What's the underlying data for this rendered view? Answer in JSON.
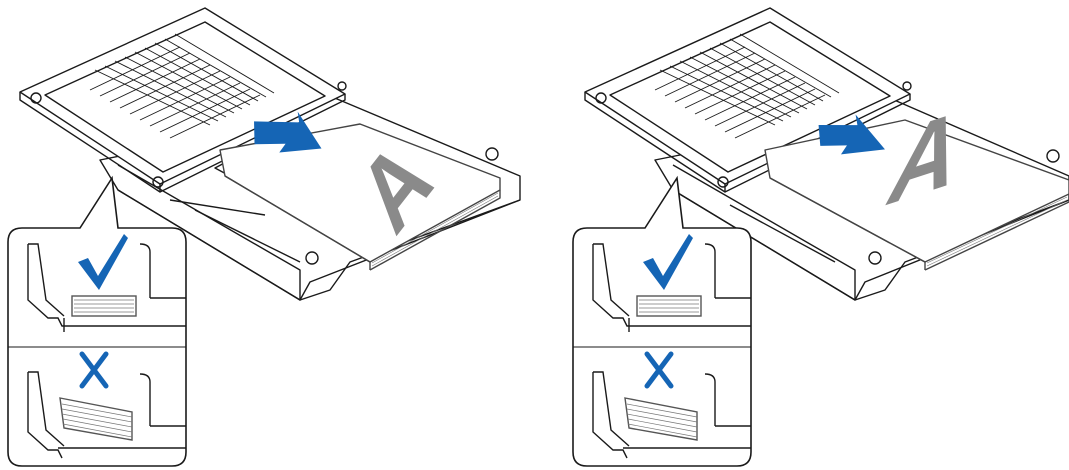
{
  "colors": {
    "line": "#1a1a1a",
    "arrow": "#1565b5",
    "check": "#1565b5",
    "cross": "#1565b5",
    "letter": "#8a8a8a",
    "paper_edge": "#666666"
  },
  "panels": [
    {
      "paper_letter": "A",
      "insert_arrow_icon": "arrow-left",
      "correct_mark_icon": "check-mark",
      "incorrect_mark_icon": "cross-mark"
    },
    {
      "paper_letter": "A",
      "insert_arrow_icon": "arrow-left",
      "correct_mark_icon": "check-mark",
      "incorrect_mark_icon": "cross-mark"
    }
  ]
}
